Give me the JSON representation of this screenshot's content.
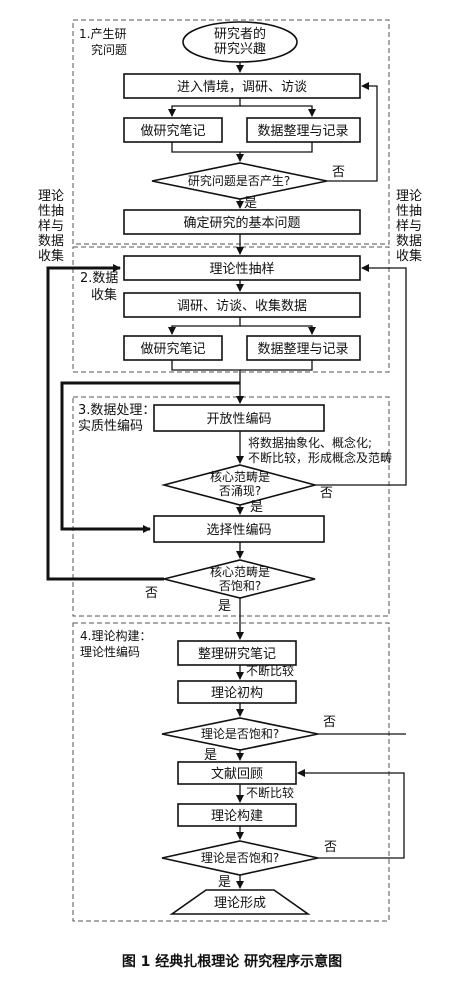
{
  "sections": {
    "s1": [
      "1.产生研",
      "究问题"
    ],
    "s2": [
      "2.数据",
      "收集"
    ],
    "s3": [
      "3.数据处理：",
      "实质性编码"
    ],
    "s4": [
      "4.理论构建：",
      "理论性编码"
    ]
  },
  "side_labels": {
    "left": [
      "理论",
      "性抽",
      "样与",
      "数据",
      "收集"
    ],
    "right": [
      "理论",
      "性抽",
      "样与",
      "数据",
      "收集"
    ]
  },
  "nodes": {
    "start": [
      "研究者的",
      "研究兴趣"
    ],
    "enter": "进入情境，调研、访谈",
    "notes1": "做研究笔记",
    "data1": "数据整理与记录",
    "dec1": "研究问题是否产生?",
    "basic": "确定研究的基本问题",
    "sampling": "理论性抽样",
    "collect": "调研、访谈、收集数据",
    "notes2": "做研究笔记",
    "data2": "数据整理与记录",
    "open": "开放性编码",
    "abstract": [
      "将数据抽象化、概念化;",
      "不断比较，形成概念及范畴"
    ],
    "dec2": [
      "核心范畴是",
      "否涌现?"
    ],
    "selective": "选择性编码",
    "dec3": [
      "核心范畴是",
      "否饱和?"
    ],
    "organize": "整理研究笔记",
    "compare1": "不断比较",
    "initial": "理论初构",
    "dec4": "理论是否饱和?",
    "review": "文献回顾",
    "compare2": "不断比较",
    "build": "理论构建",
    "dec5": "理论是否饱和?",
    "end": "理论形成"
  },
  "labels": {
    "yes": "是",
    "no": "否"
  },
  "caption": "图 1   经典扎根理论 研究程序示意图"
}
